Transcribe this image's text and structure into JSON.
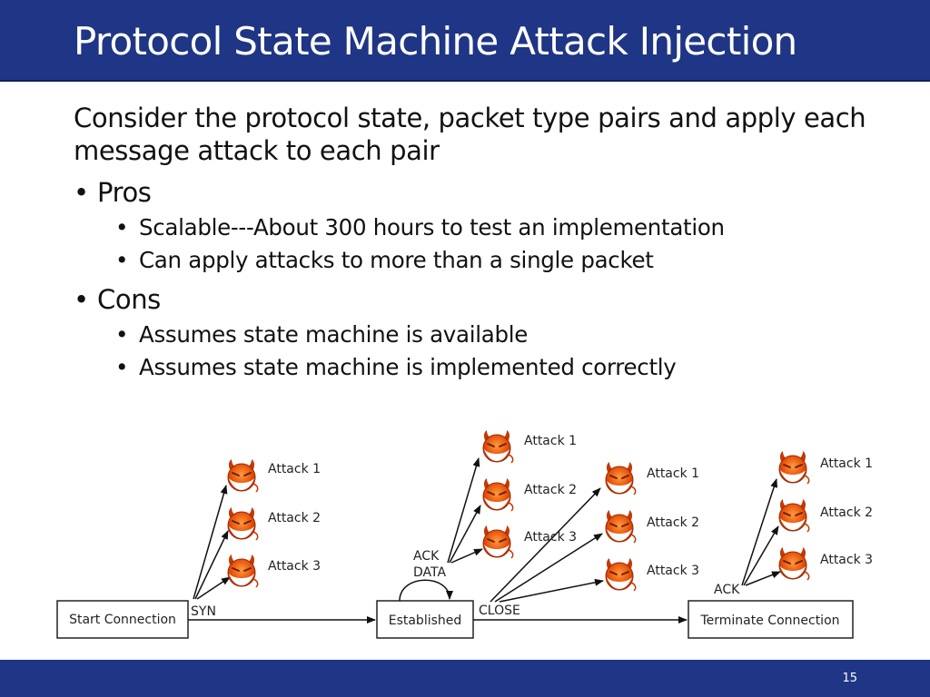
{
  "slide": {
    "title": "Protocol State Machine Attack Injection",
    "lead": "Consider the protocol state, packet type pairs and apply each message attack to each pair",
    "pros": {
      "label": "Pros",
      "items": [
        "Scalable---About 300 hours to test an implementation",
        "Can apply attacks to more than a single packet"
      ]
    },
    "cons": {
      "label": "Cons",
      "items": [
        "Assumes state machine is available",
        "Assumes state machine is implemented correctly"
      ]
    },
    "page_number": "15"
  },
  "diagram": {
    "states": {
      "start": "Start Connection",
      "established": "Established",
      "terminate": "Terminate Connection"
    },
    "transitions": {
      "syn": "SYN",
      "close": "CLOSE",
      "ack_line1": "ACK",
      "ack_line2": "DATA",
      "ack_final": "ACK"
    },
    "attacks": {
      "a1": "Attack 1",
      "a2": "Attack 2",
      "a3": "Attack 3"
    },
    "icon": "devil-icon",
    "colors": {
      "header": "#1f3585",
      "devil": "#d9420b"
    }
  }
}
